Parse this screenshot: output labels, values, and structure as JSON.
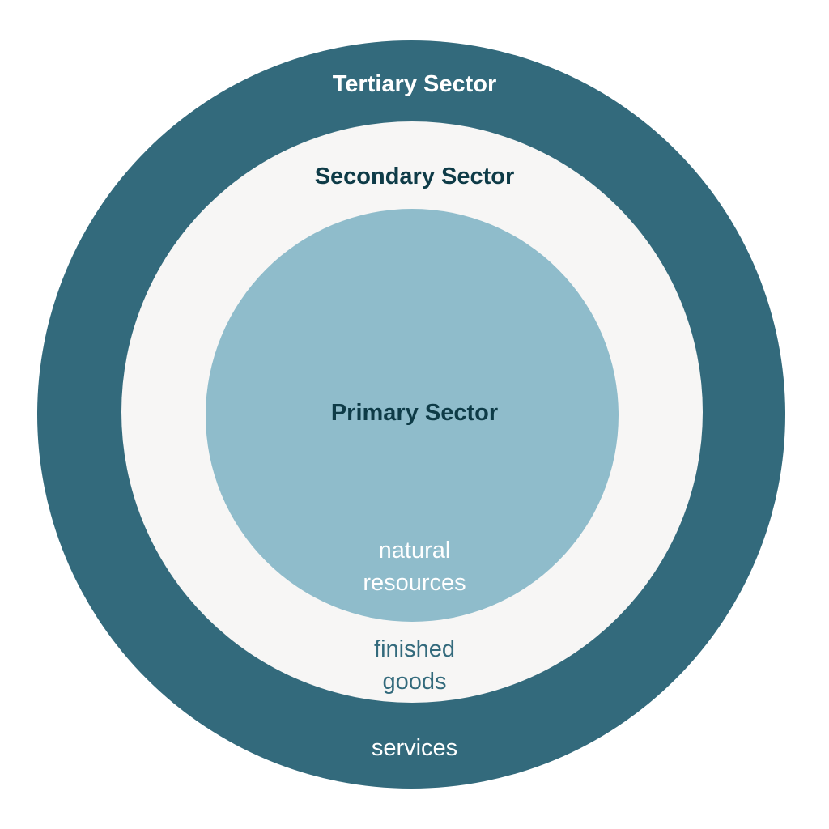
{
  "colors": {
    "tertiary_ring": "#336a7c",
    "secondary_ring": "#f7f6f5",
    "primary_circle": "#8fbccb",
    "dark_text": "#0e3b47",
    "light_text": "#ffffff",
    "secondary_output_text": "#336a7c"
  },
  "tertiary": {
    "title": "Tertiary Sector",
    "output": "services"
  },
  "secondary": {
    "title": "Secondary Sector",
    "output_line1": "finished",
    "output_line2": "goods"
  },
  "primary": {
    "title": "Primary Sector",
    "output_line1": "natural",
    "output_line2": "resources"
  }
}
